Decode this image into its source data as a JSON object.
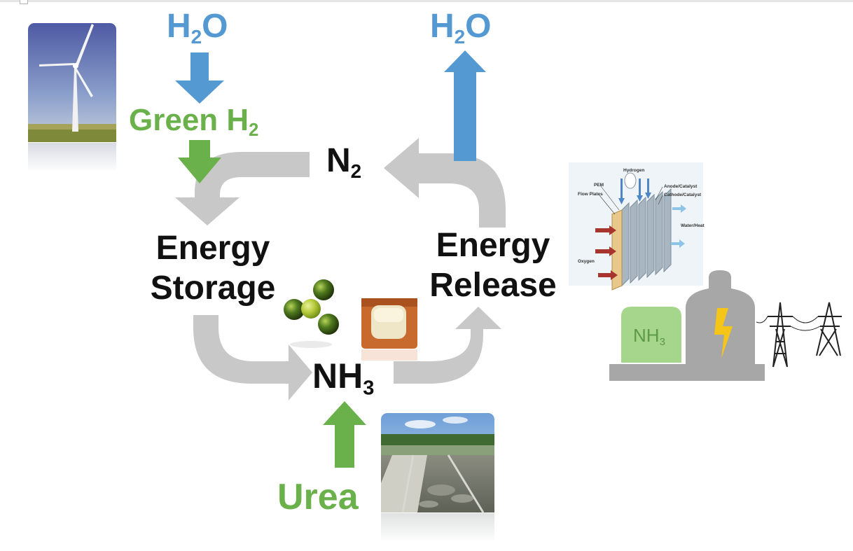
{
  "labels": {
    "h2o_in": {
      "main": "H",
      "sub": "2",
      "tail": "O"
    },
    "h2o_out": {
      "main": "H",
      "sub": "2",
      "tail": "O"
    },
    "green_h2": {
      "main": "Green H",
      "sub": "2"
    },
    "n2": {
      "main": "N",
      "sub": "2"
    },
    "energy_storage": {
      "line1": "Energy",
      "line2": "Storage"
    },
    "energy_release": {
      "line1": "Energy",
      "line2": "Release"
    },
    "nh3": {
      "main": "NH",
      "sub": "3"
    },
    "urea": "Urea",
    "tank": {
      "main": "NH",
      "sub": "3"
    }
  },
  "fuel_cell": {
    "hydrogen": "Hydrogen",
    "pem": "PEM",
    "flow_plates": "Flow Plates",
    "anode": "Anode/Catalyst",
    "cathode": "Cathode/Catalyst",
    "water_heat": "Water/Heat",
    "oxygen": "Oxygen"
  },
  "colors": {
    "blue": "#5599d2",
    "green": "#6bb14b",
    "gray_arrow": "#c8c8c8",
    "plant_gray": "#a7a7a7",
    "tank_green": "#a6d58c",
    "bolt_yellow": "#f5c518"
  },
  "icons": [
    "wind-turbine-photo",
    "ammonia-molecule-icon",
    "urea-cube-photo",
    "wastewater-plant-photo",
    "fuel-cell-diagram",
    "power-plant-icon",
    "transmission-tower-icon",
    "lightning-bolt-icon"
  ]
}
